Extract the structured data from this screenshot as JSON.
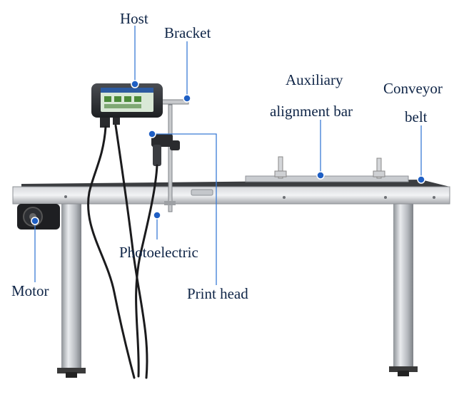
{
  "callouts": {
    "host": "Host",
    "bracket": "Bracket",
    "auxiliary_line1": "Auxiliary",
    "auxiliary_line2": "alignment bar",
    "conveyor_line1": "Conveyor",
    "conveyor_line2": "belt",
    "photoelectric": "Photoelectric",
    "motor": "Motor",
    "print_head": "Print head"
  },
  "colors": {
    "callout_line": "#3a7bd5",
    "callout_dot": "#1f5fc4",
    "label_text": "#0f2547",
    "steel": "#b9bcc1",
    "belt": "#2b2b2b"
  }
}
